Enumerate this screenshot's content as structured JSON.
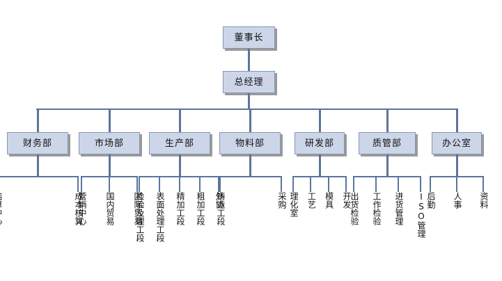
{
  "chart_title": "",
  "colors": {
    "box_fill": "#ccd6e8",
    "box_border": "#8496b4",
    "box_shadow": "#9a9a9a",
    "connector": "#5b749c",
    "text": "#111111",
    "background": "#ffffff"
  },
  "org": {
    "chairman": {
      "label": "董事长"
    },
    "general_manager": {
      "label": "总经理"
    },
    "departments": [
      {
        "label": "财务部",
        "children": [
          {
            "label": "结算中心"
          },
          {
            "label": "成本核算"
          }
        ]
      },
      {
        "label": "市场部",
        "children": [
          {
            "label": "营销中心"
          },
          {
            "label": "国内贸易"
          },
          {
            "label": "国际贸易"
          }
        ]
      },
      {
        "label": "生产部",
        "children": [
          {
            "label": "检验及理工段"
          },
          {
            "label": "表面处理工段"
          },
          {
            "label": "精加工段"
          },
          {
            "label": "粗加工段"
          },
          {
            "label": "铸造工段"
          }
        ]
      },
      {
        "label": "物料部",
        "children": [
          {
            "label": "外协"
          },
          {
            "label": "采购"
          }
        ]
      },
      {
        "label": "研发部",
        "children": [
          {
            "label": "理化室"
          },
          {
            "label": "工艺"
          },
          {
            "label": "模具"
          },
          {
            "label": "开发"
          }
        ]
      },
      {
        "label": "质管部",
        "children": [
          {
            "label": "出货检验"
          },
          {
            "label": "工作检验"
          },
          {
            "label": "进货管理"
          },
          {
            "label": "ISO管理"
          }
        ]
      },
      {
        "label": "办公室",
        "children": [
          {
            "label": "后勤"
          },
          {
            "label": "人事"
          },
          {
            "label": "资料"
          }
        ]
      }
    ]
  }
}
